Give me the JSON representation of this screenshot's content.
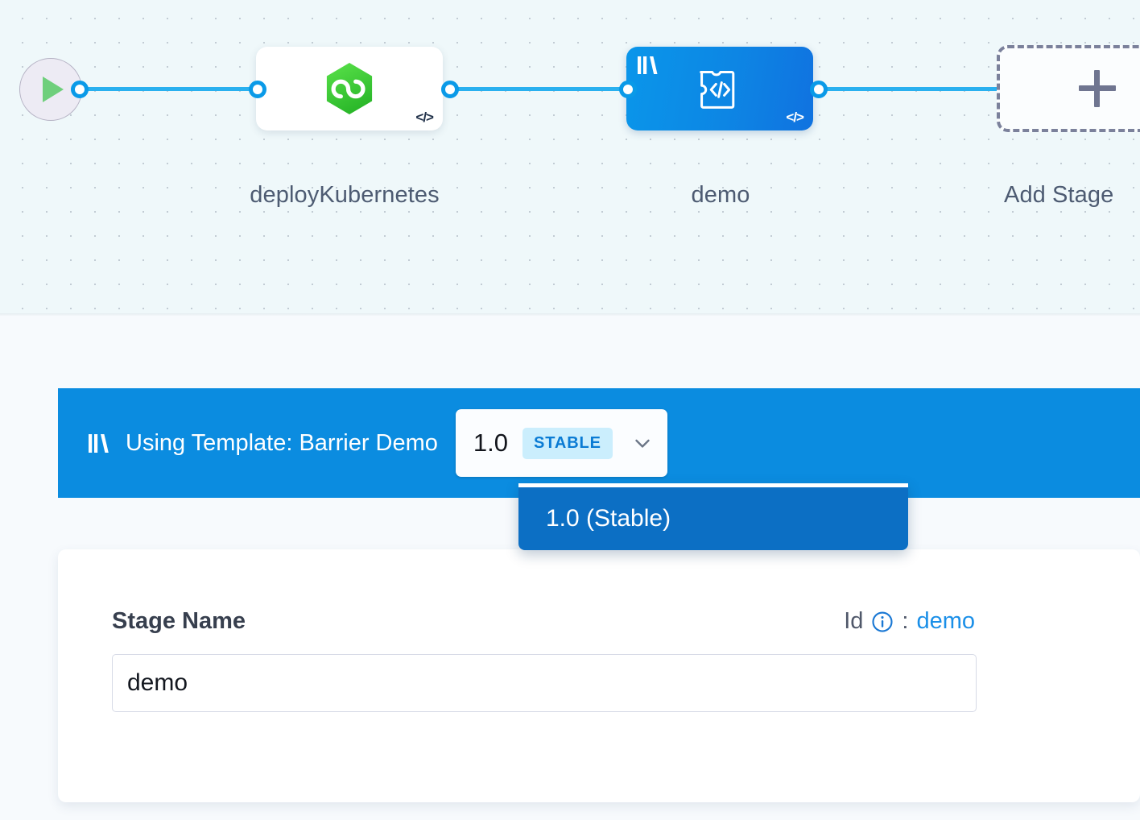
{
  "canvas": {
    "nodes": [
      {
        "id": "start",
        "type": "start",
        "icon": "play-icon",
        "label": ""
      },
      {
        "id": "deployKubernetes",
        "type": "stage",
        "icon": "harness-cd-hexagon-icon",
        "label": "deployKubernetes",
        "code_badge": "</>"
      },
      {
        "id": "demo",
        "type": "stage-template",
        "icon": "custom-stage-icon",
        "label": "demo",
        "code_badge": "</>",
        "template_marker": "template-library-icon"
      },
      {
        "id": "add-stage",
        "type": "add",
        "icon": "plus-icon",
        "label": "Add Stage"
      }
    ],
    "colors": {
      "background": "#eff8fa",
      "dot_grid": "#c2ccd4",
      "connector": "#29b0ef",
      "template_stage": "#0b8ce0",
      "harness_green": "#3fc832"
    }
  },
  "template_bar": {
    "icon": "template-library-icon",
    "text": "Using Template: Barrier Demo",
    "version_selector": {
      "value": "1.0",
      "stability_badge": "STABLE",
      "chevron": "chevron-down-icon",
      "expanded": true,
      "options": [
        {
          "label": "1.0 (Stable)",
          "selected": true
        }
      ]
    },
    "colors": {
      "bar": "#0b8ce0",
      "option_selected": "#0c6fc4",
      "badge_bg": "#cbeefd",
      "badge_text": "#0a7bd4"
    }
  },
  "detail_panel": {
    "stage_name_label": "Stage Name",
    "id_label": "Id",
    "id_info_icon": "info-circle-icon",
    "id_separator": ":",
    "id_value": "demo",
    "stage_name_input": {
      "value": "demo",
      "placeholder": "Stage Name"
    },
    "colors": {
      "link": "#1a8fe8",
      "label": "#373f4e"
    }
  }
}
